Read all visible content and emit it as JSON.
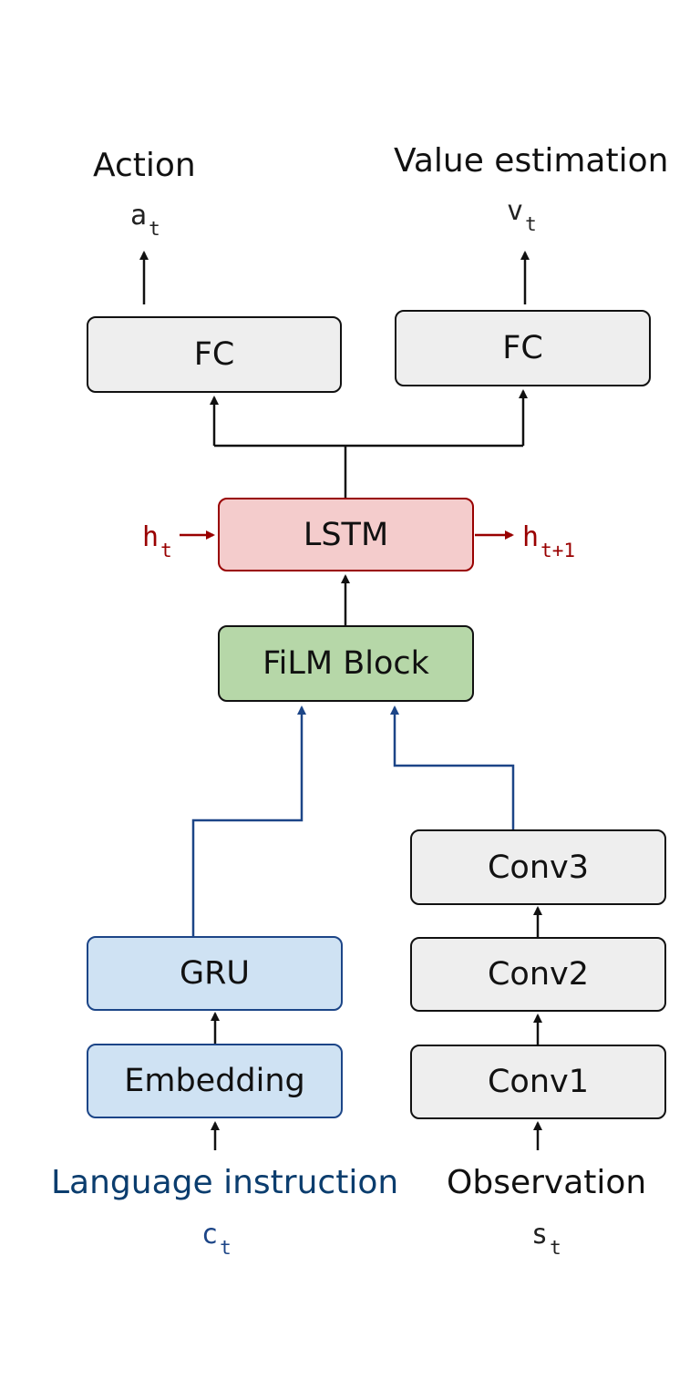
{
  "colors": {
    "neutral_fill": "#eeeeee",
    "neutral_stroke": "#111111",
    "lstm_fill": "#f4cccc",
    "lstm_stroke": "#990000",
    "film_fill": "#b6d7a8",
    "language_fill": "#cfe2f3",
    "language_stroke": "#1c4587",
    "language_text": "#0b3d6e",
    "hidden_text": "#990000",
    "observation_text": "#111111"
  },
  "outputs": {
    "action_label": "Action",
    "action_var": "a",
    "action_sub": "t",
    "value_label": "Value estimation",
    "value_var": "v",
    "value_sub": "t"
  },
  "nodes": {
    "fc_action": "FC",
    "fc_value": "FC",
    "lstm": "LSTM",
    "film": "FiLM Block",
    "gru": "GRU",
    "embedding": "Embedding",
    "conv1": "Conv1",
    "conv2": "Conv2",
    "conv3": "Conv3"
  },
  "hidden_state": {
    "in_var": "h",
    "in_sub": "t",
    "out_var": "h",
    "out_sub": "t+1"
  },
  "inputs": {
    "language_label": "Language instruction",
    "language_var": "c",
    "language_sub": "t",
    "observation_label": "Observation",
    "observation_var": "s",
    "observation_sub": "t"
  },
  "icons": {
    "arrowhead": "triangle-arrowhead"
  }
}
